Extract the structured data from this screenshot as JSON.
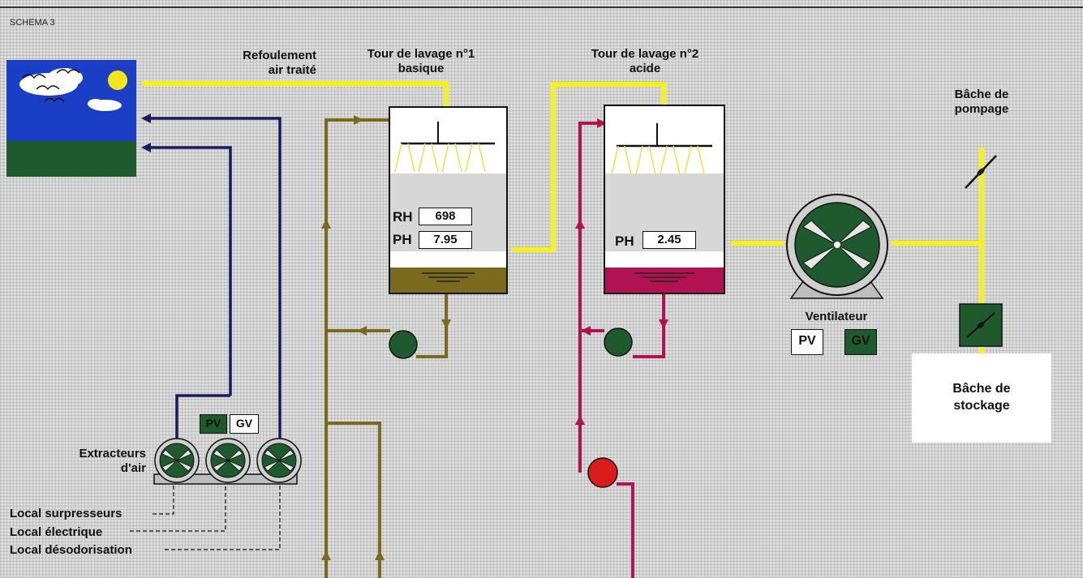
{
  "title": "SCHEMA 3",
  "labels": {
    "discharge": [
      "Refoulement",
      "air traité"
    ],
    "tower1": [
      "Tour de lavage n°1",
      "basique"
    ],
    "tower2": [
      "Tour de lavage n°2",
      "acide"
    ],
    "pump_tank": [
      "Bâche de",
      "pompage"
    ],
    "storage_tank": [
      "Bâche de",
      "stockage"
    ],
    "fan": "Ventilateur",
    "extractors": [
      "Extracteurs",
      "d'air"
    ]
  },
  "tower1": {
    "rh_label": "RH",
    "rh_value": "698",
    "ph_label": "PH",
    "ph_value": "7.95",
    "liquid_color": "#7a6a1e"
  },
  "tower2": {
    "ph_label": "PH",
    "ph_value": "2.45",
    "liquid_color": "#b0134f"
  },
  "fan_badges": {
    "pv": "PV",
    "gv": "GV"
  },
  "extractor_badges": {
    "pv": "PV",
    "gv": "GV"
  },
  "legend": [
    "Local surpresseurs",
    "Local électrique",
    "Local désodorisation"
  ],
  "colors": {
    "air_treated": "#f5f21a",
    "air_extract": "#1b1a5e",
    "basic_liquid": "#7a6a1e",
    "acid_liquid": "#b0134f",
    "pump_green": "#1f5a2e",
    "pump_red": "#d91b1b",
    "sky": "#1b3fc4",
    "grass": "#1f5a2e"
  }
}
